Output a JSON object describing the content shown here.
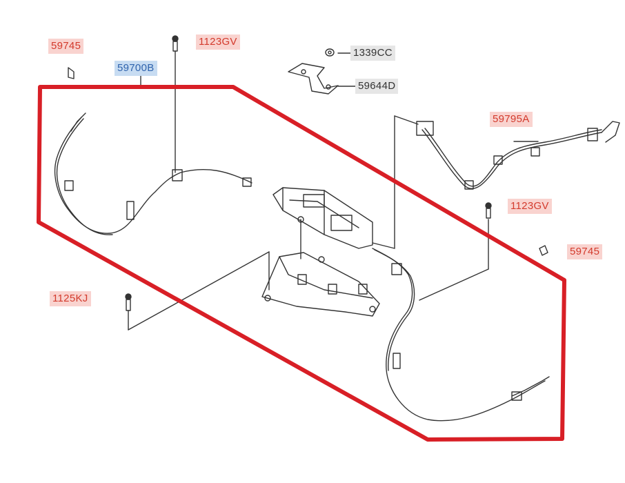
{
  "labels": {
    "p59745_top": "59745",
    "p1123gv_top": "1123GV",
    "p59700b": "59700B",
    "p1339cc": "1339CC",
    "p59644d": "59644D",
    "p59795a": "59795A",
    "p1123gv_right": "1123GV",
    "p59745_right": "59745",
    "p1125kj": "1125KJ"
  },
  "colors": {
    "highlight_outline": "#d81f26",
    "part_label_red": "#d33a2c",
    "part_label_red_bg": "#f9d3cf",
    "selected_label_blue": "#2f63ad",
    "selected_label_blue_bg": "#c7dcf2",
    "neutral_label_bg": "#e6e6e6",
    "line_art": "#333333"
  }
}
